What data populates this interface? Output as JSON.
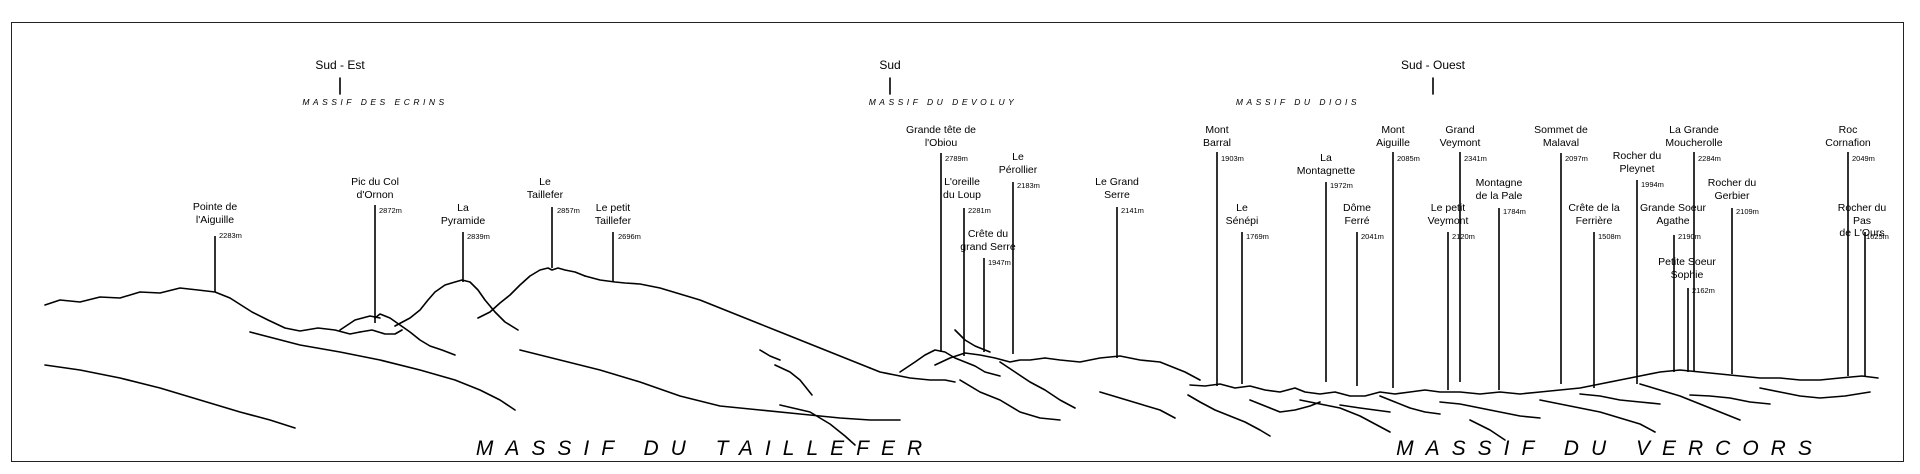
{
  "directions": [
    {
      "label": "Sud - Est"
    },
    {
      "label": "Sud"
    },
    {
      "label": "Sud - Ouest"
    }
  ],
  "massifs_sub": [
    {
      "label": "MASSIF DES ECRINS"
    },
    {
      "label": "MASSIF DU DEVOLUY"
    },
    {
      "label": "MASSIF DU DIOIS"
    }
  ],
  "massifs_main": [
    {
      "label": "MASSIF DU TAILLEFER"
    },
    {
      "label": "MASSIF DU VERCORS"
    }
  ],
  "peaks": [
    {
      "name": "Pointe de\nl'Aiguille",
      "alt": "2283m"
    },
    {
      "name": "Pic du Col\nd'Ornon",
      "alt": "2872m"
    },
    {
      "name": "La\nPyramide",
      "alt": "2839m"
    },
    {
      "name": "Le\nTaillefer",
      "alt": "2857m"
    },
    {
      "name": "Le petit\nTaillefer",
      "alt": "2696m"
    },
    {
      "name": "Grande tête de\nl'Obiou",
      "alt": "2789m"
    },
    {
      "name": "L'oreille\ndu Loup",
      "alt": "2281m"
    },
    {
      "name": "Le\nPérollier",
      "alt": "2183m"
    },
    {
      "name": "Crête du\ngrand Serre",
      "alt": "1947m"
    },
    {
      "name": "Le Grand\nSerre",
      "alt": "2141m"
    },
    {
      "name": "Mont\nBarral",
      "alt": "1903m"
    },
    {
      "name": "Le\nSénépi",
      "alt": "1769m"
    },
    {
      "name": "La\nMontagnette",
      "alt": "1972m"
    },
    {
      "name": "Dôme\nFerré",
      "alt": "2041m"
    },
    {
      "name": "Mont\nAiguille",
      "alt": "2085m"
    },
    {
      "name": "Grand\nVeymont",
      "alt": "2341m"
    },
    {
      "name": "Le petit\nVeymont",
      "alt": "2120m"
    },
    {
      "name": "Montagne\nde la Pale",
      "alt": "1784m"
    },
    {
      "name": "Sommet de\nMalaval",
      "alt": "2097m"
    },
    {
      "name": "Crête de la\nFerrière",
      "alt": "1508m"
    },
    {
      "name": "Rocher du\nPleynet",
      "alt": "1994m"
    },
    {
      "name": "La Grande\nMoucherolle",
      "alt": "2284m"
    },
    {
      "name": "Grande Soeur\nAgathe",
      "alt": "2190m"
    },
    {
      "name": "Petite Soeur\nSophie",
      "alt": "2162m"
    },
    {
      "name": "Rocher du\nGerbier",
      "alt": "2109m"
    },
    {
      "name": "Roc\nCornafion",
      "alt": "2049m"
    },
    {
      "name": "Rocher du Pas\nde L'Ours",
      "alt": "1625m"
    }
  ]
}
